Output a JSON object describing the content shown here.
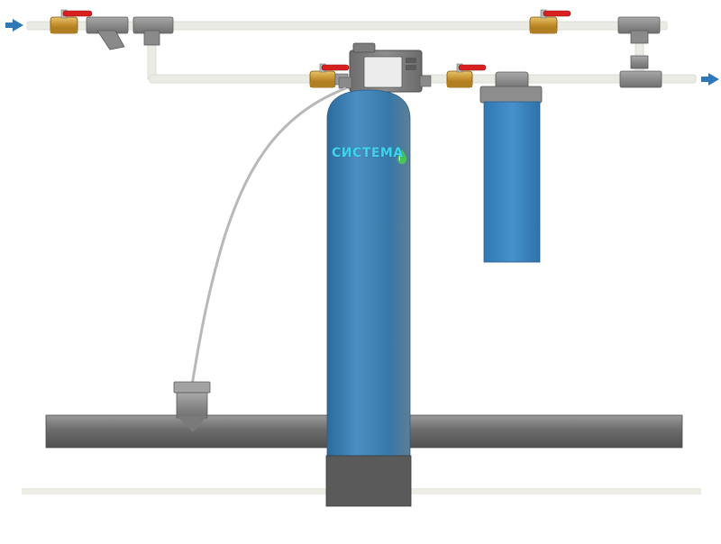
{
  "brand": {
    "name": "СИСТЕМА"
  },
  "flow": {
    "inlet_direction": "right",
    "outlet_direction": "right"
  },
  "colors": {
    "tank": "#3f7fb0",
    "cartridge_filter": "#3a86c4",
    "pipe_pvc": "#ebebe6",
    "drain_pipe": "#6e6e6e",
    "fittings": "#8c8c8c",
    "valve_body": "#c8962e",
    "valve_handle": "#d82020",
    "flow_arrow": "#2f78b8",
    "brand_text": "#3fd4ee"
  },
  "icons": [
    "arrow-right-icon",
    "water-drop-icon",
    "ball-valve-icon"
  ]
}
